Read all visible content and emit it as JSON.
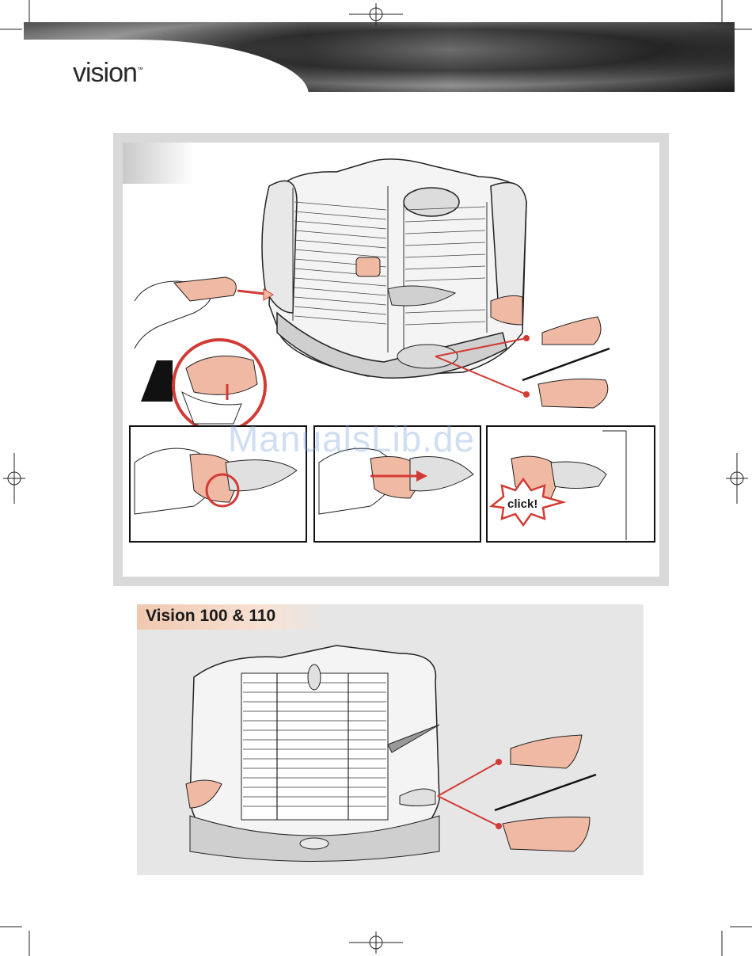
{
  "header": {
    "brand": "vision",
    "trademark": "™"
  },
  "section2": {
    "title": "Vision 100 & 110"
  },
  "steps": {
    "click_label": "click!"
  },
  "watermark": "ManualsLib.de",
  "colors": {
    "accent_red": "#d23b35",
    "part_peach": "#f0b9a3",
    "panel_grey": "#d9d9d9"
  }
}
